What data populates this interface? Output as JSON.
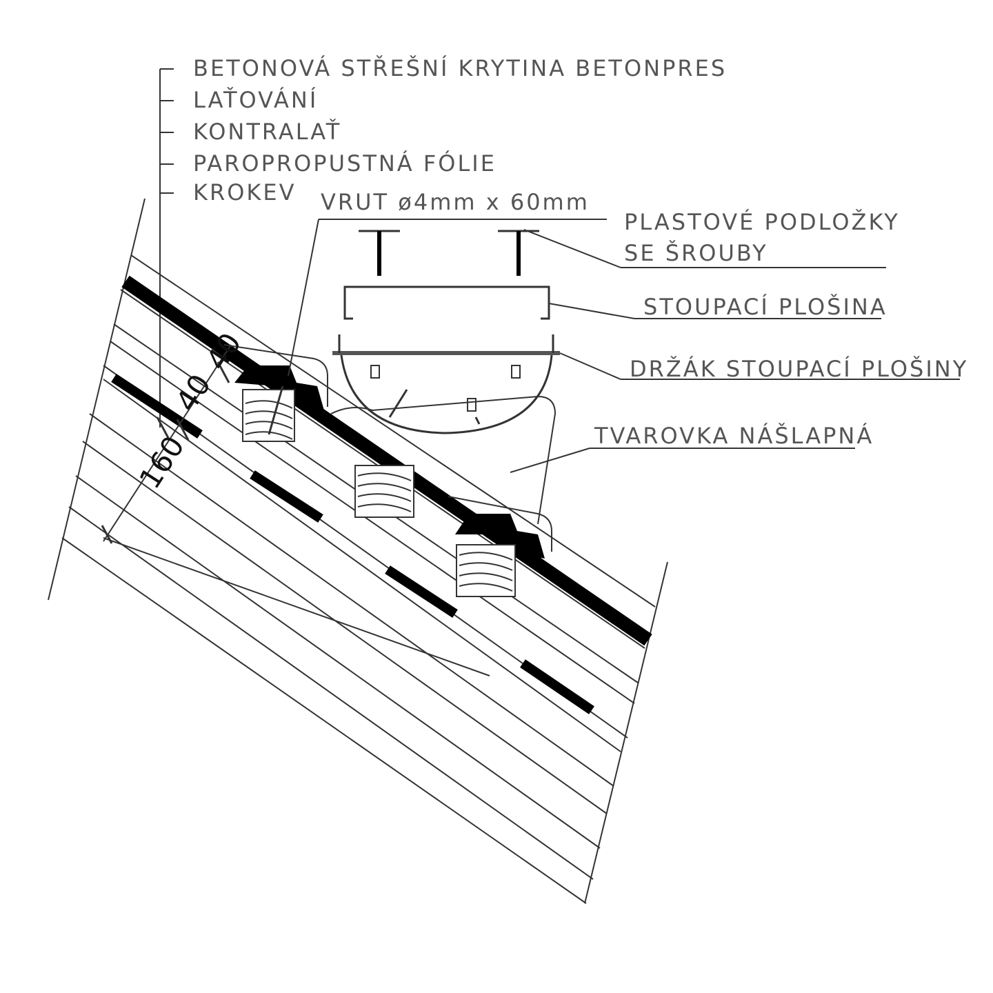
{
  "layers": [
    "BETONOVÁ STŘEŠNÍ KRYTINA BETONPRES",
    "LAŤOVÁNÍ",
    "KONTRALAŤ",
    "PAROPROPUSTNÁ FÓLIE",
    "KROKEV"
  ],
  "callouts": {
    "screw": "VRUT ø4mm x 60mm",
    "washers_line1": "PLASTOVÉ PODLOŽKY",
    "washers_line2": "SE ŠROUBY",
    "platform": "STOUPACÍ PLOŠINA",
    "holder": "DRŽÁK STOUPACÍ PLOŠINY",
    "tile": "TVAROVKA NÁŠLAPNÁ"
  },
  "dimensions": {
    "d1": "40",
    "d2": "40",
    "d3": "160"
  }
}
